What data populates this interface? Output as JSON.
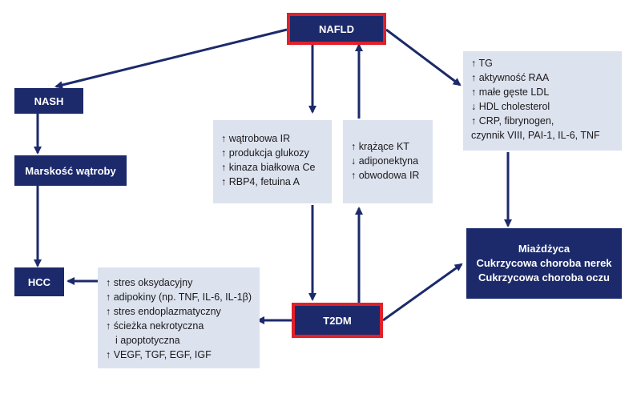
{
  "nodes": {
    "nafld": "NAFLD",
    "nash": "NASH",
    "marskosc": "Marskość wątroby",
    "hcc": "HCC",
    "t2dm": "T2DM",
    "miazdzyca": [
      "Miażdżyca",
      "Cukrzycowa choroba nerek",
      "Cukrzycowa choroba oczu"
    ]
  },
  "boxes": {
    "lipids": [
      "↑ TG",
      "↑ aktywność RAA",
      "↑ małe gęste LDL",
      "↓ HDL cholesterol",
      "↑ CRP, fibrynogen,",
      "czynnik VIII, PAI-1, IL-6, TNF"
    ],
    "liver": [
      "↑ wątrobowa IR",
      "↑ produkcja glukozy",
      "↑ kinaza białkowa Ce",
      "↑ RBP4, fetuina A"
    ],
    "circulating": [
      "↑ krążące KT",
      "↓ adiponektyna",
      "↑ obwodowa IR"
    ],
    "stress": [
      "↑ stres oksydacyjny",
      "↑ adipokiny (np. TNF, IL-6, IL-1β)",
      "↑ stres endoplazmatyczny",
      "↑ ścieżka nekrotyczna",
      "i apoptotyczna",
      "↑ VEGF, TGF, EGF, IGF"
    ]
  },
  "colors": {
    "dark": "#1c2a6b",
    "light": "#dde2ef",
    "red": "#e0212a"
  }
}
